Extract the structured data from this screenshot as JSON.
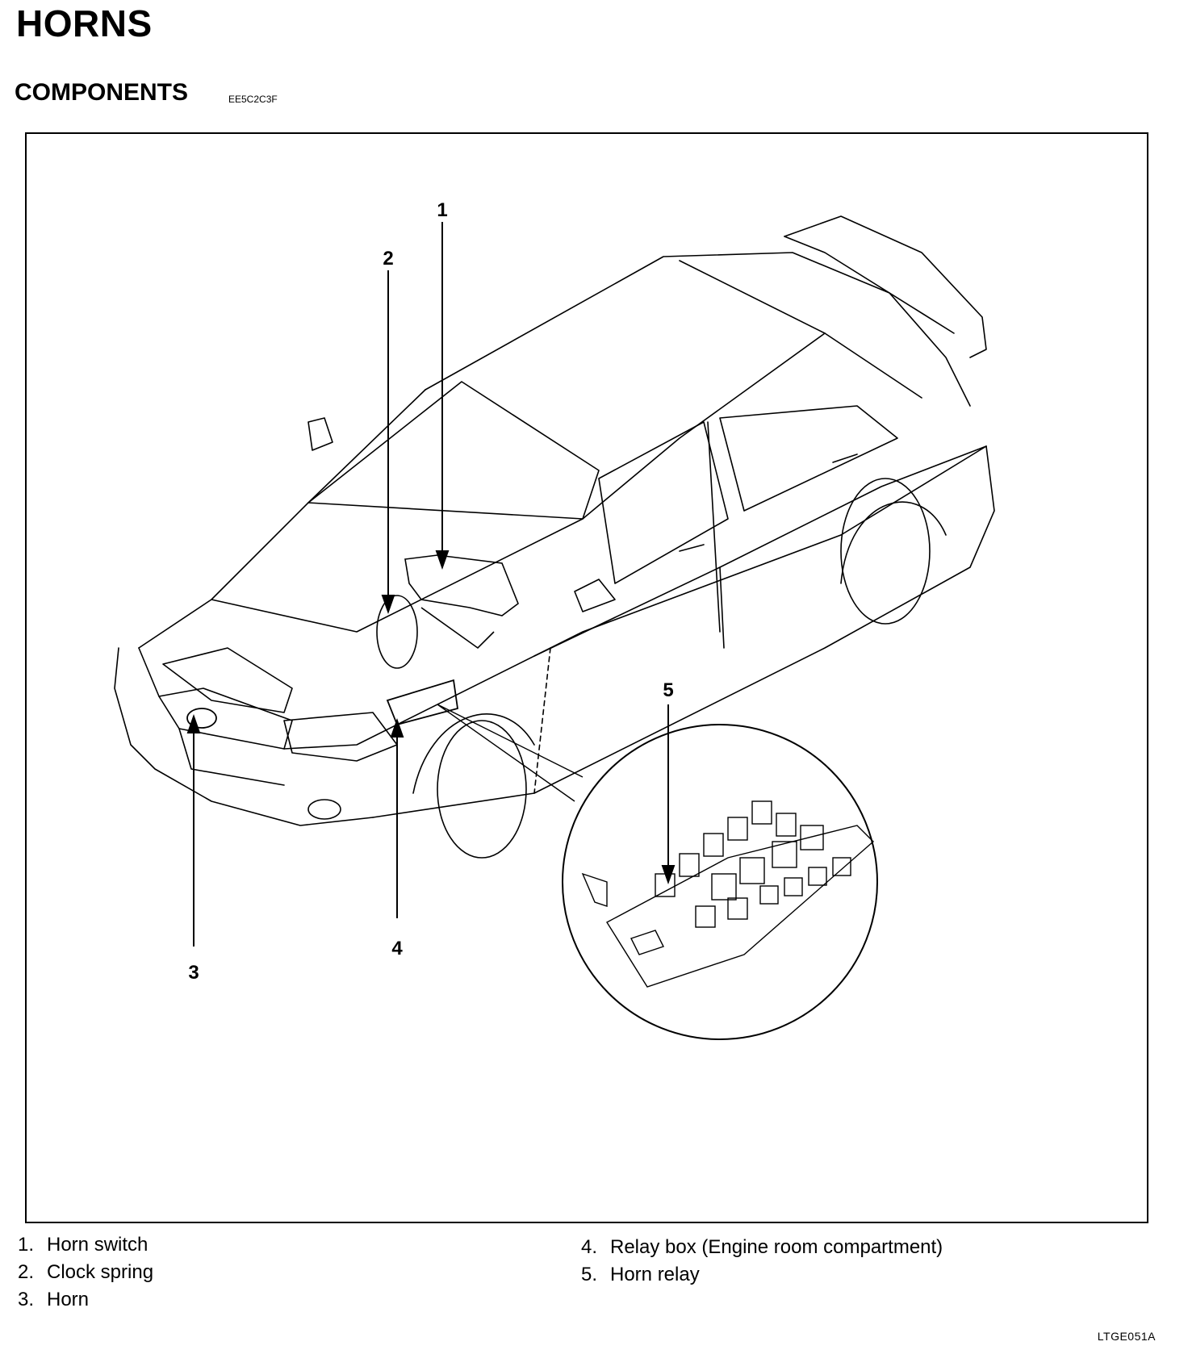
{
  "header": {
    "title": "HORNS",
    "subtitle": "COMPONENTS",
    "code": "EE5C2C3F"
  },
  "diagram": {
    "callouts": [
      "1",
      "2",
      "3",
      "4",
      "5"
    ]
  },
  "legend": {
    "items": [
      {
        "num": "1.",
        "label": "Horn switch"
      },
      {
        "num": "2.",
        "label": "Clock spring"
      },
      {
        "num": "3.",
        "label": "Horn"
      },
      {
        "num": "4.",
        "label": "Relay box (Engine room compartment)"
      },
      {
        "num": "5.",
        "label": "Horn relay"
      }
    ]
  },
  "figure_id": "LTGE051A"
}
